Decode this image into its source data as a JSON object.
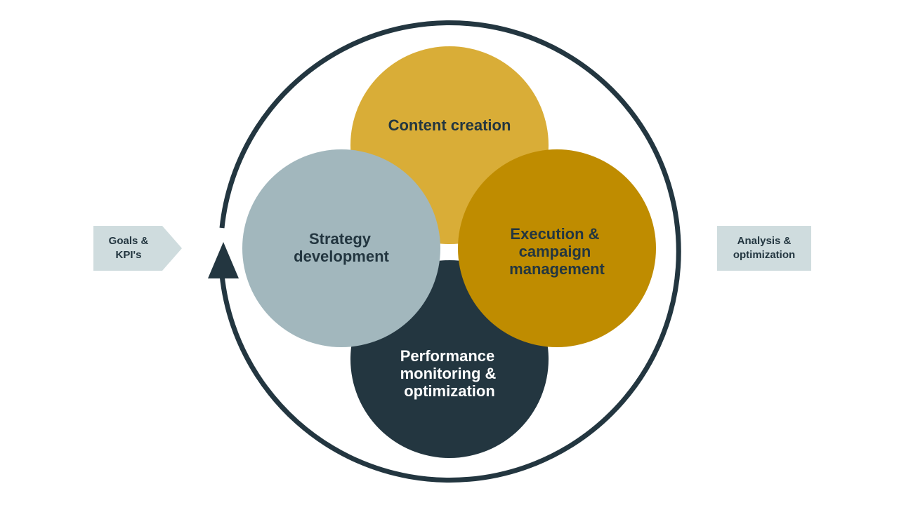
{
  "colors": {
    "content": "#d9ad37",
    "execution": "#bf8c00",
    "strategy": "#a2b7bd",
    "performance": "#233640",
    "ring": "#233640",
    "tag": "#cfdcde",
    "text_dark": "#233640",
    "text_light": "#ffffff"
  },
  "side_tags": {
    "left": {
      "line1": "Goals &",
      "line2": "KPI's"
    },
    "right": {
      "line1": "Analysis &",
      "line2": "optimization"
    }
  },
  "nodes": {
    "content": {
      "line1": "Content creation"
    },
    "strategy": {
      "line1": "Strategy",
      "line2": "development"
    },
    "execution": {
      "line1": "Execution &",
      "line2": "campaign",
      "line3": "management"
    },
    "performance": {
      "line1": "Performance",
      "line2": "monitoring &",
      "line3": "optimization"
    }
  }
}
